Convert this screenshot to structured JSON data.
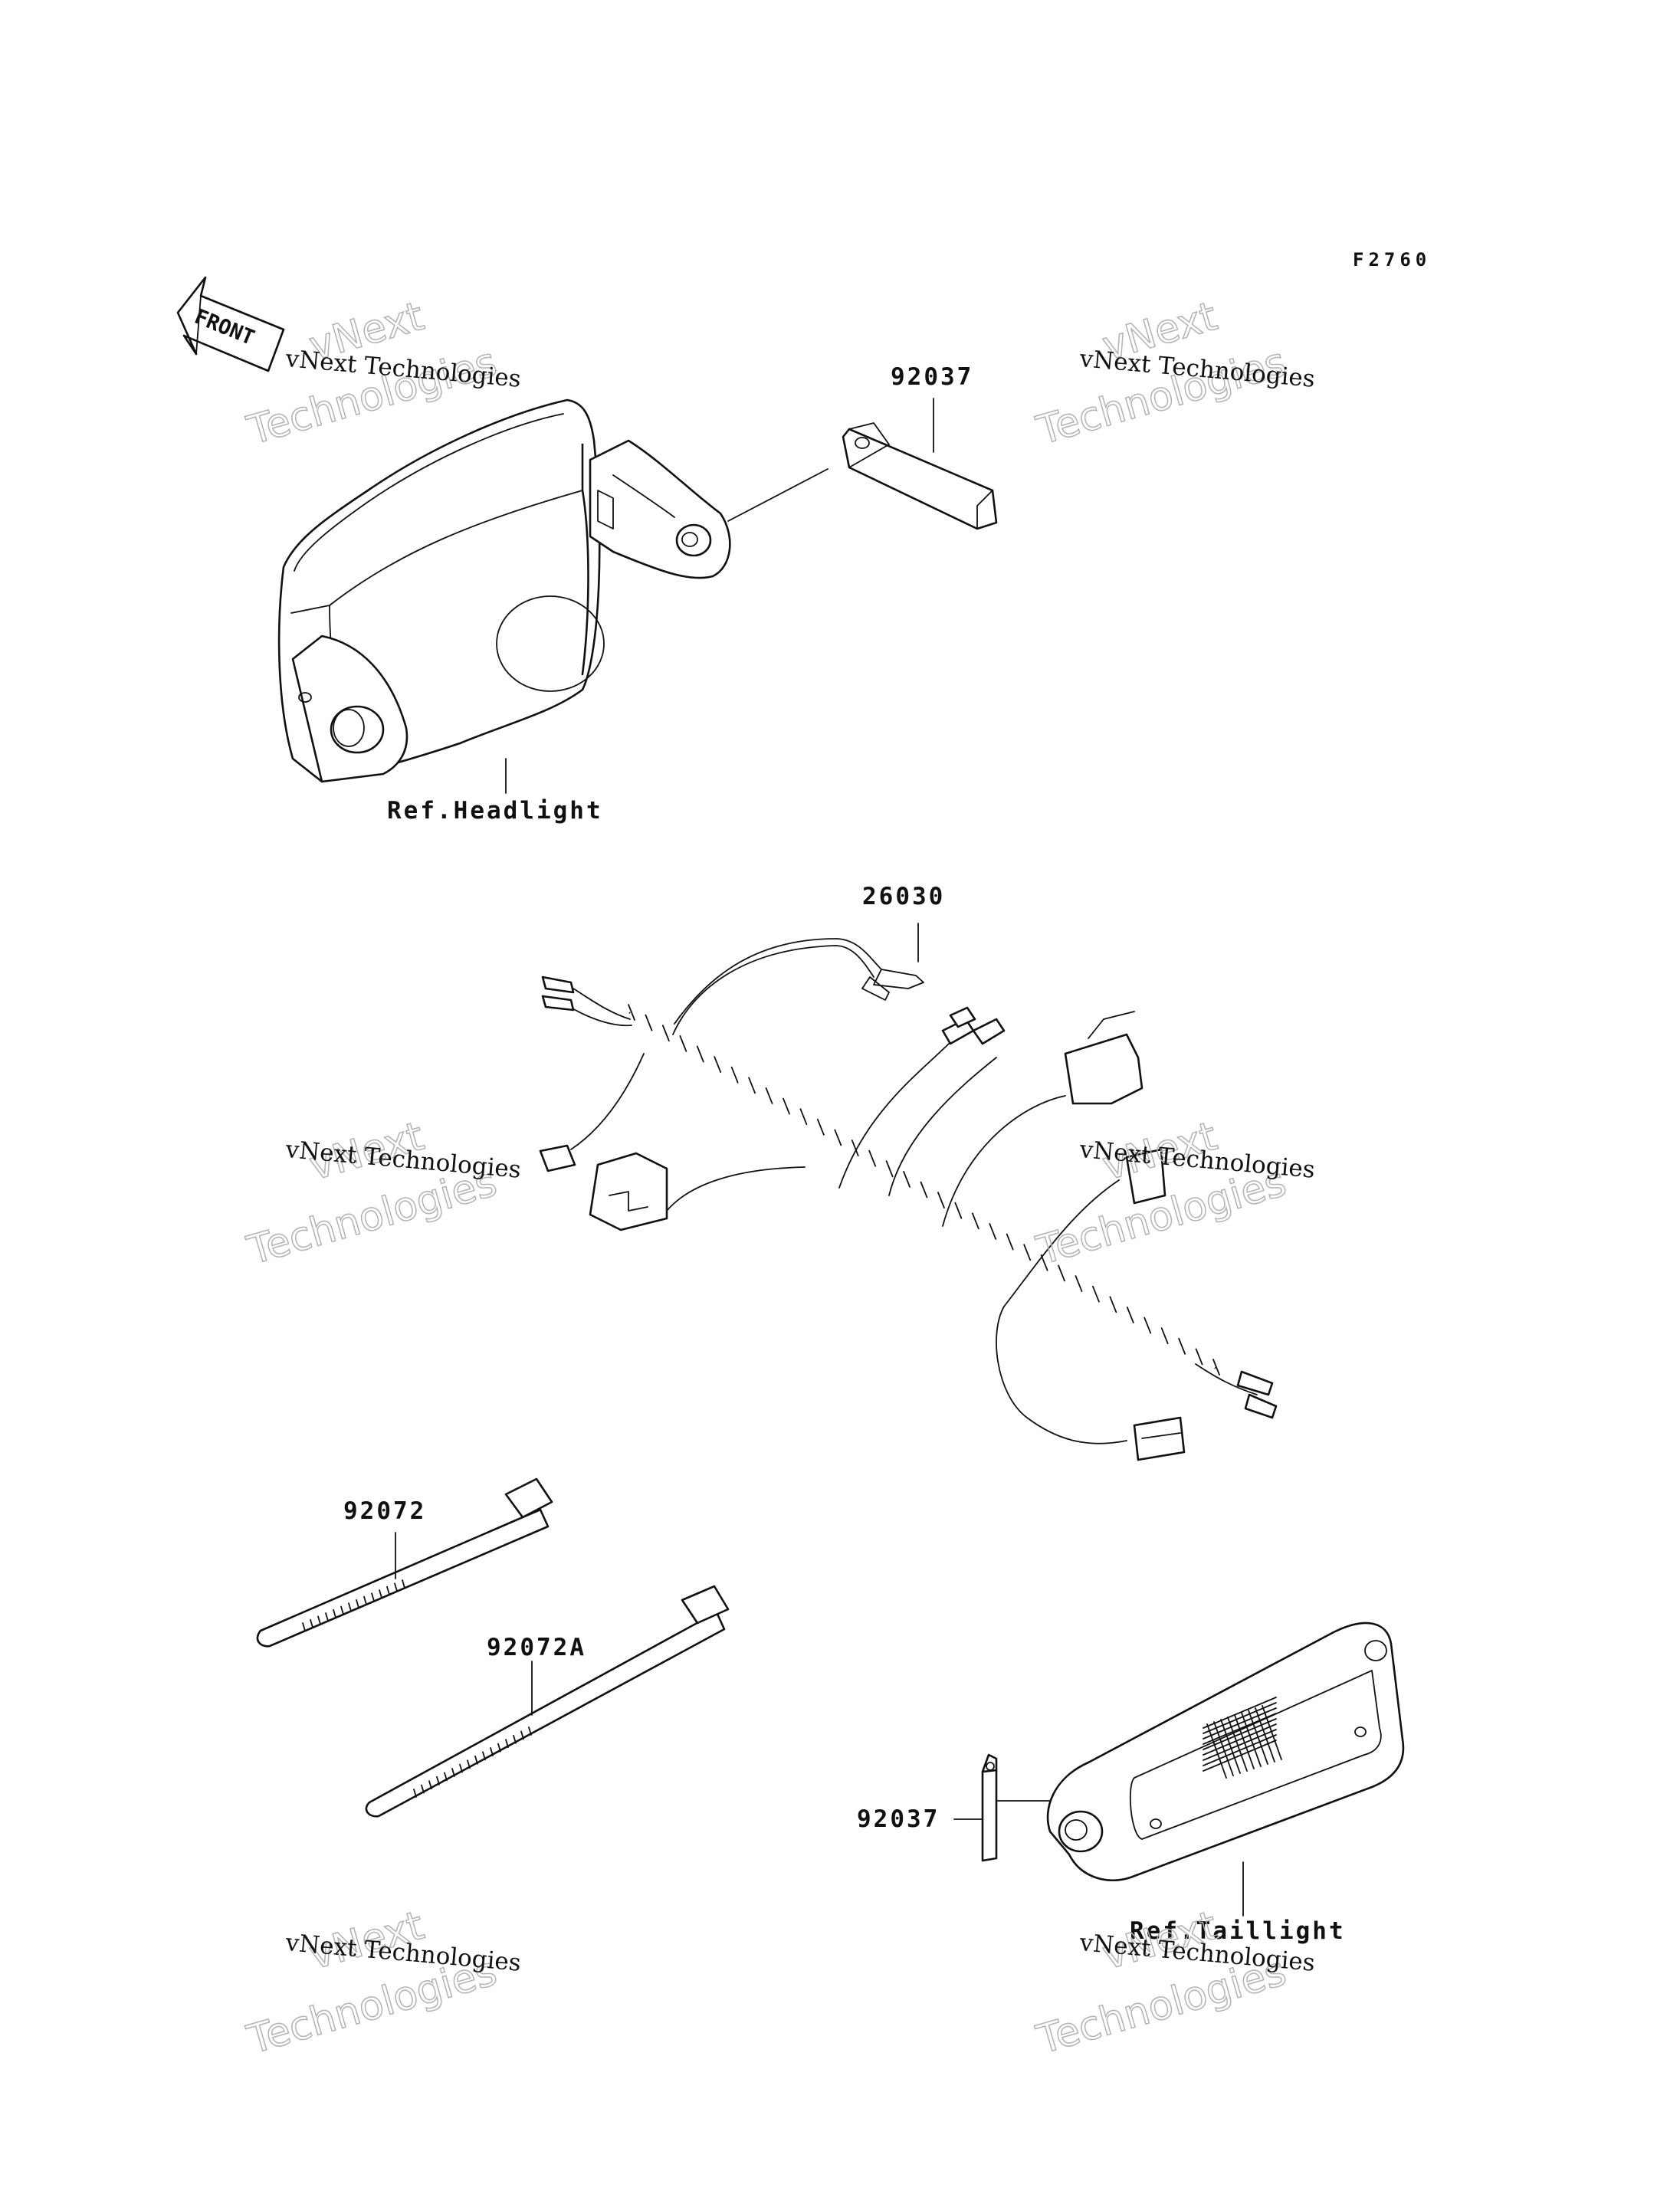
{
  "figure_code": "F2760",
  "front_label": "FRONT",
  "parts": {
    "headlight_ref": "Ref.Headlight",
    "bracket_top": "92037",
    "harness": "26030",
    "band": "92072",
    "band_a": "92072A",
    "bracket_bottom": "92037",
    "taillight_ref": "Ref.Taillight"
  },
  "watermark": {
    "line": "vNext Technologies",
    "big_top": "vNext",
    "big_bottom": "Technologies"
  }
}
